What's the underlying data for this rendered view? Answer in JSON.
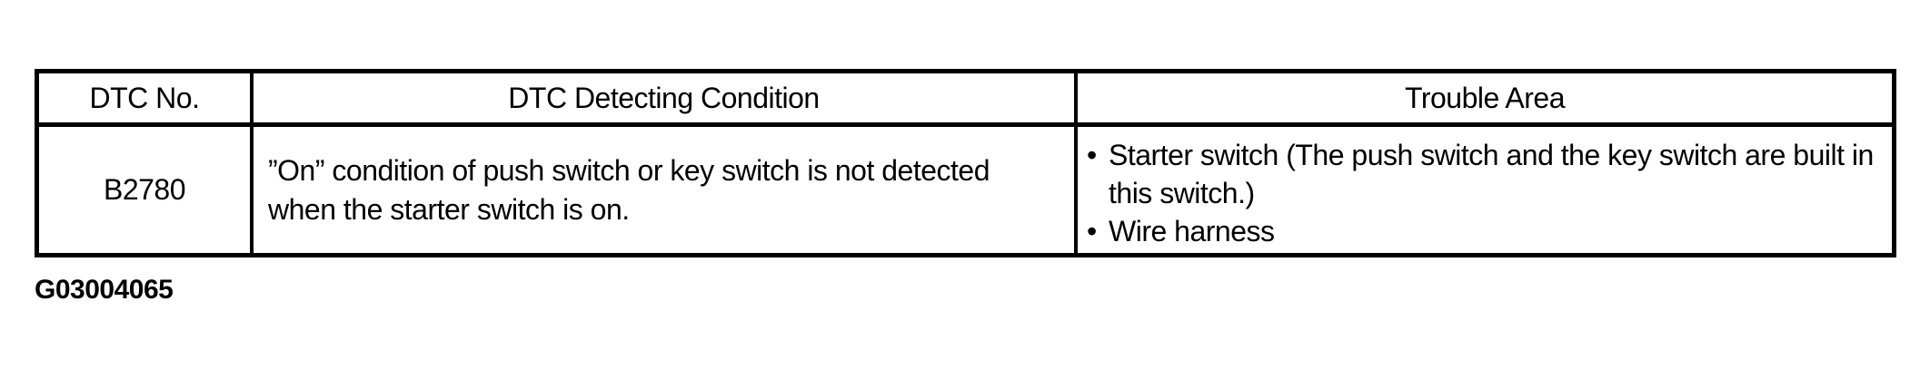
{
  "colors": {
    "background": "#ffffff",
    "border": "#000000",
    "text": "#000000"
  },
  "bullet_char": "•",
  "figure_id": "G03004065",
  "table": {
    "columns": [
      {
        "label": "DTC No."
      },
      {
        "label": "DTC Detecting Condition"
      },
      {
        "label": "Trouble Area"
      }
    ],
    "rows": [
      {
        "dtc_no": "B2780",
        "detecting_condition": "”On” condition of push switch or key switch is not detected\nwhen the starter switch is on.",
        "trouble_areas": [
          "Starter switch (The push switch and the key switch are built in\nthis switch.)",
          "Wire harness"
        ]
      }
    ]
  }
}
